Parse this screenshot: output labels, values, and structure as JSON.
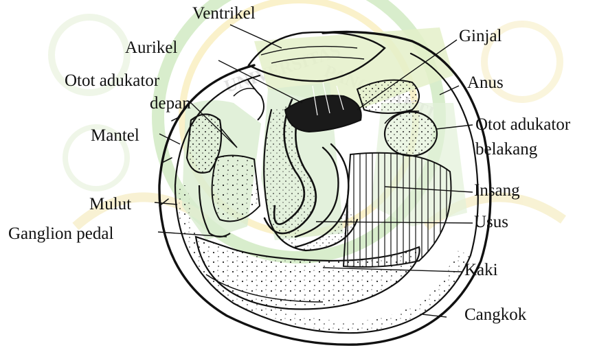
{
  "colors": {
    "ink": "#111111",
    "tissue": "#d9ecd0",
    "watermark_green": "#b9e0a3",
    "watermark_yellow": "#f6e6a0"
  },
  "labels": {
    "ventrikel": "Ventrikel",
    "aurikel": "Aurikel",
    "otot_adukator_depan_1": "Otot adukator",
    "otot_adukator_depan_2": "depan",
    "mantel": "Mantel",
    "mulut": "Mulut",
    "ganglion_pedal": "Ganglion pedal",
    "ginjal": "Ginjal",
    "anus": "Anus",
    "otot_adukator_belakang_1": "Otot adukator",
    "otot_adukator_belakang_2": "belakang",
    "insang": "Insang",
    "usus": "Usus",
    "kaki": "Kaki",
    "cangkok": "Cangkok"
  }
}
